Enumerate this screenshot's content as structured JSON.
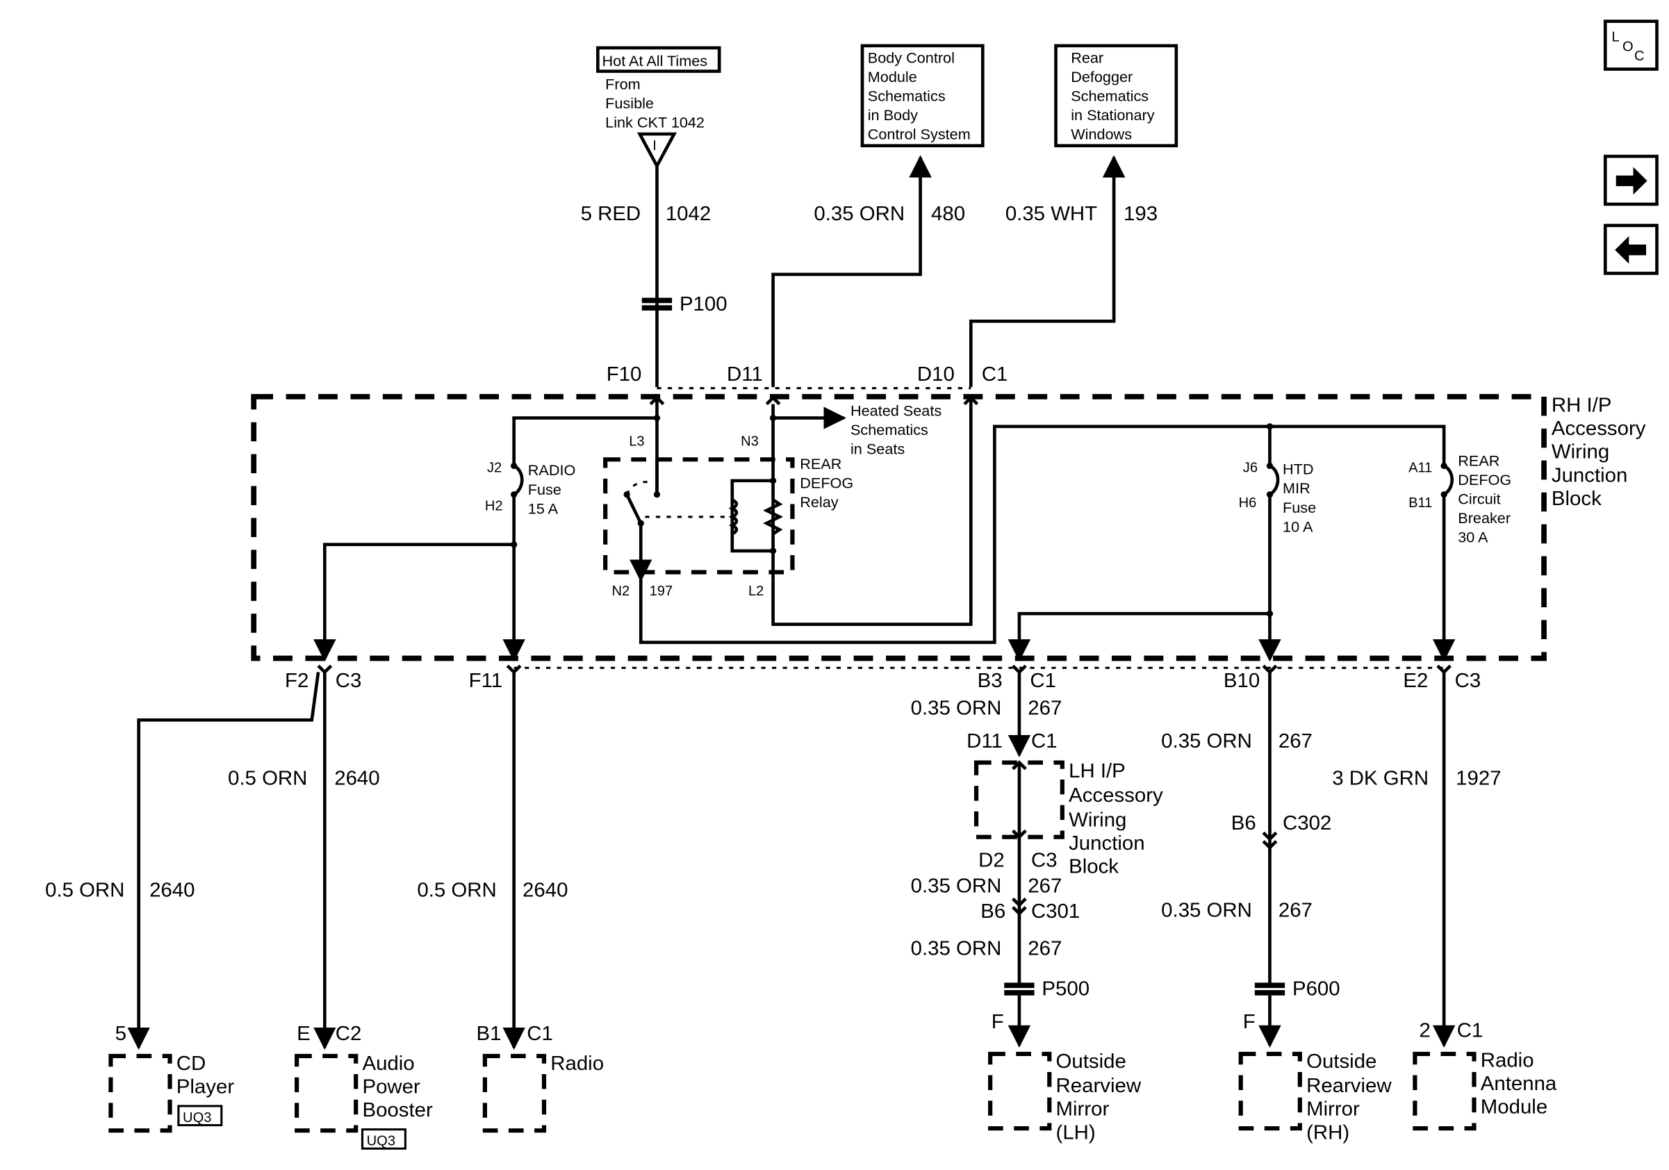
{
  "hot_at_all_times": "Hot At All Times",
  "source": [
    "From",
    "Fusible",
    "Link CKT 1042"
  ],
  "source_symbol": "I",
  "bcm_box": [
    "Body Control",
    "Module",
    "Schematics",
    "in Body",
    "Control System"
  ],
  "defog_box": [
    "Rear",
    "Defogger",
    "Schematics",
    "in Stationary",
    "Windows"
  ],
  "wires": {
    "red_1042": {
      "gauge": "5 RED",
      "circuit": "1042"
    },
    "orn_480": {
      "gauge": "0.35 ORN",
      "circuit": "480"
    },
    "wht_193": {
      "gauge": "0.35 WHT",
      "circuit": "193"
    },
    "cd_2640": {
      "gauge": "0.5 ORN",
      "circuit": "2640"
    },
    "amp_2640": {
      "gauge": "0.5 ORN",
      "circuit": "2640"
    },
    "radio_2640": {
      "gauge": "0.5 ORN",
      "circuit": "2640"
    },
    "lh_267_a": {
      "gauge": "0.35 ORN",
      "circuit": "267"
    },
    "lh_267_b": {
      "gauge": "0.35 ORN",
      "circuit": "267"
    },
    "lh_267_c": {
      "gauge": "0.35 ORN",
      "circuit": "267"
    },
    "rh_267_a": {
      "gauge": "0.35 ORN",
      "circuit": "267"
    },
    "rh_267_b": {
      "gauge": "0.35 ORN",
      "circuit": "267"
    },
    "ant_1927": {
      "gauge": "3 DK GRN",
      "circuit": "1927"
    },
    "internal_197": "197"
  },
  "splices": {
    "p100": "P100",
    "p500": "P500",
    "p600": "P600"
  },
  "connectors": {
    "f10": "F10",
    "d11": "D11",
    "d10": "D10",
    "c1_top": "C1",
    "f2": "F2",
    "c3_left": "C3",
    "f11": "F11",
    "b3": "B3",
    "c1_b3": "C1",
    "b10": "B10",
    "e2": "E2",
    "c3_right": "C3",
    "d11_lh": "D11",
    "c1_lh": "C1",
    "d2": "D2",
    "c3_lh": "C3",
    "b6_lh": "B6",
    "c301": "C301",
    "b6_rh": "B6",
    "c302": "C302",
    "f_lh": "F",
    "f_rh": "F",
    "cd_pin": "5",
    "amp_pin": "E",
    "amp_conn": "C2",
    "radio_pin": "B1",
    "radio_conn": "C1",
    "ant_pin": "2",
    "ant_conn": "C1"
  },
  "block_rh": [
    "RH I/P",
    "Accessory",
    "Wiring",
    "Junction",
    "Block"
  ],
  "block_lh": [
    "LH I/P",
    "Accessory",
    "Wiring",
    "Junction",
    "Block"
  ],
  "heated_seats": [
    "Heated Seats",
    "Schematics",
    "in Seats"
  ],
  "radio_fuse": {
    "top": "J2",
    "bottom": "H2",
    "label": [
      "RADIO",
      "Fuse",
      "15 A"
    ]
  },
  "relay": {
    "label": [
      "REAR",
      "DEFOG",
      "Relay"
    ],
    "l3": "L3",
    "n3": "N3",
    "n2": "N2",
    "l2": "L2"
  },
  "htd_fuse": {
    "top": "J6",
    "bottom": "H6",
    "label": [
      "HTD",
      "MIR",
      "Fuse",
      "10 A"
    ]
  },
  "breaker": {
    "top": "A11",
    "bottom": "B11",
    "label": [
      "REAR",
      "DEFOG",
      "Circuit",
      "Breaker",
      "30 A"
    ]
  },
  "components": {
    "cd": [
      "CD",
      "Player"
    ],
    "amp": [
      "Audio",
      "Power",
      "Booster"
    ],
    "radio": [
      "Radio"
    ],
    "mirror_lh": [
      "Outside",
      "Rearview",
      "Mirror",
      "(LH)"
    ],
    "mirror_rh": [
      "Outside",
      "Rearview",
      "Mirror",
      "(RH)"
    ],
    "antenna": [
      "Radio",
      "Antenna",
      "Module"
    ]
  },
  "option_code": "UQ3",
  "loc_icon": {
    "l": "L",
    "o": "O",
    "c": "C"
  },
  "icons": {
    "forward": "arrow-right-icon",
    "back": "arrow-left-icon",
    "loc": "location-icon"
  }
}
